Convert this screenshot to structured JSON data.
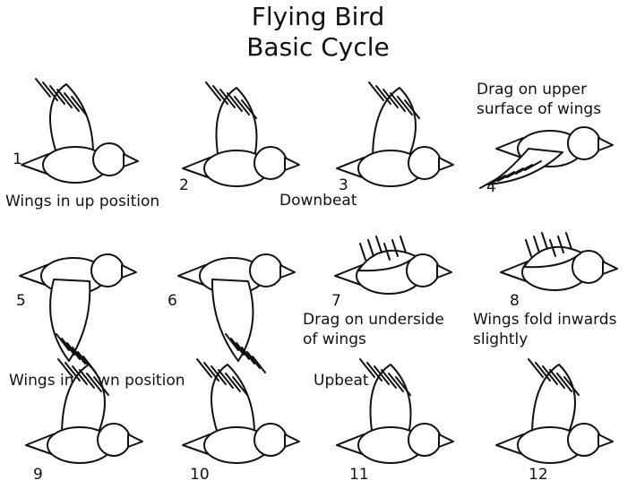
{
  "title": {
    "line1": "Flying Bird",
    "line2": "Basic Cycle"
  },
  "frames": [
    {
      "number": "1",
      "wing": "up"
    },
    {
      "number": "2",
      "wing": "up"
    },
    {
      "number": "3",
      "wing": "up"
    },
    {
      "number": "4",
      "wing": "mid"
    },
    {
      "number": "5",
      "wing": "down"
    },
    {
      "number": "6",
      "wing": "down"
    },
    {
      "number": "7",
      "wing": "fold"
    },
    {
      "number": "8",
      "wing": "fold"
    },
    {
      "number": "9",
      "wing": "up"
    },
    {
      "number": "10",
      "wing": "up"
    },
    {
      "number": "11",
      "wing": "up"
    },
    {
      "number": "12",
      "wing": "up"
    }
  ],
  "notes": {
    "wings_up": "Wings in up position",
    "downbeat": "Downbeat",
    "drag_upper_1": "Drag on upper",
    "drag_upper_2": "surface of wings",
    "drag_under_1": "Drag on underside",
    "drag_under_2": "of wings",
    "fold_1": "Wings fold inwards",
    "fold_2": "slightly",
    "wings_down": "Wings in down position",
    "upbeat": "Upbeat"
  }
}
